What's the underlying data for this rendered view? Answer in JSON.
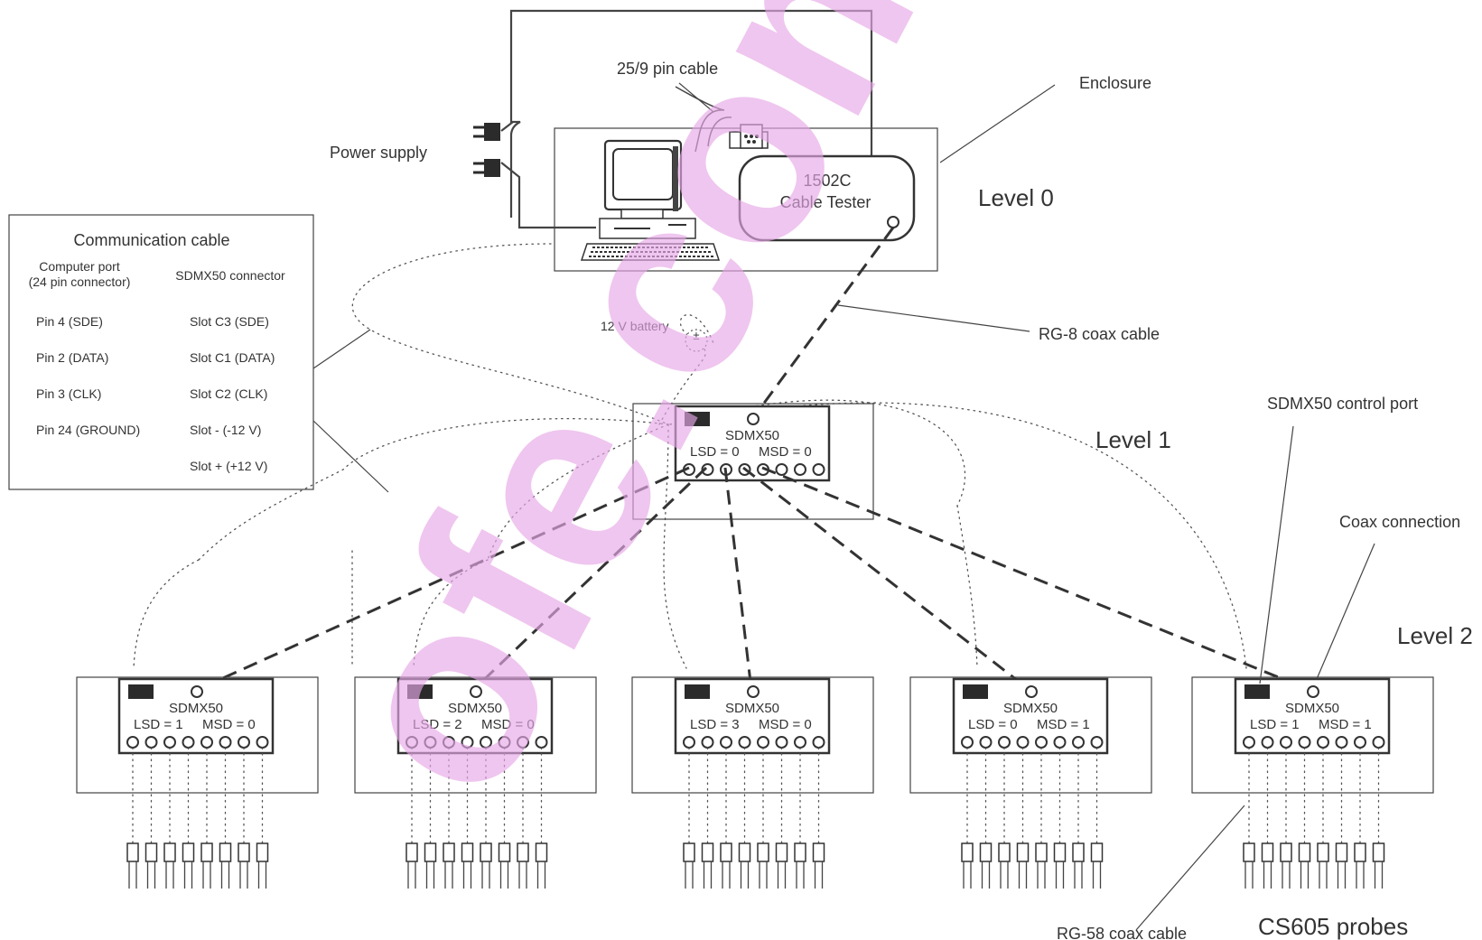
{
  "labels": {
    "pin_cable": "25/9 pin cable",
    "enclosure": "Enclosure",
    "power_supply": "Power supply",
    "tester_model": "1502C",
    "tester_name": "Cable Tester",
    "level0": "Level 0",
    "level1": "Level 1",
    "level2": "Level 2",
    "battery": "12 V battery",
    "rg8": "RG-8 coax cable",
    "control_port": "SDMX50 control port",
    "coax_connection": "Coax connection",
    "rg58": "RG-58 coax cable",
    "probes": "CS605 probes"
  },
  "comm_cable": {
    "title": "Communication cable",
    "computer_port_line1": "Computer port",
    "computer_port_line2": "(24 pin connector)",
    "sdmx_connector": "SDMX50 connector",
    "rows": [
      {
        "pin": "Pin 4 (SDE)",
        "slot": "Slot C3 (SDE)"
      },
      {
        "pin": "Pin 2 (DATA)",
        "slot": "Slot C1 (DATA)"
      },
      {
        "pin": "Pin 3 (CLK)",
        "slot": "Slot C2 (CLK)"
      },
      {
        "pin": "Pin 24 (GROUND)",
        "slot": "Slot - (-12 V)"
      },
      {
        "pin": "",
        "slot": "Slot + (+12 V)"
      }
    ]
  },
  "multiplexers": [
    {
      "name": "SDMX50",
      "lsd": "LSD = 0",
      "msd": "MSD = 0"
    },
    {
      "name": "SDMX50",
      "lsd": "LSD = 1",
      "msd": "MSD = 0"
    },
    {
      "name": "SDMX50",
      "lsd": "LSD = 2",
      "msd": "MSD = 0"
    },
    {
      "name": "SDMX50",
      "lsd": "LSD = 3",
      "msd": "MSD = 0"
    },
    {
      "name": "SDMX50",
      "lsd": "LSD = 0",
      "msd": "MSD = 1"
    },
    {
      "name": "SDMX50",
      "lsd": "LSD = 1",
      "msd": "MSD = 1"
    }
  ],
  "colors": {
    "line": "#333333",
    "mux_indicator": "#2b2b2b",
    "watermark": "#e6a8e6"
  },
  "watermark_text": "ofe.com"
}
